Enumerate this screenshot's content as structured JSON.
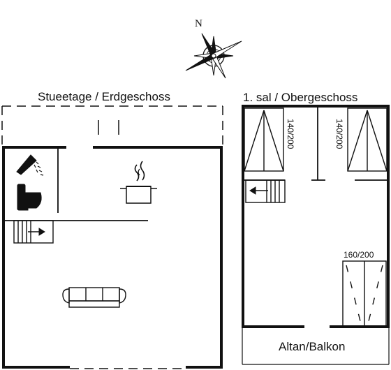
{
  "compass": {
    "north_label": "N"
  },
  "ground_floor": {
    "title": "Stueetage / Erdgeschoss"
  },
  "upper_floor": {
    "title": "1. sal / Obergeschoss",
    "bed_left": "140/200",
    "bed_right": "140/200",
    "bed_bottom": "160/200"
  },
  "balcony": {
    "label": "Altan/Balkon"
  },
  "colors": {
    "line": "#111111",
    "background": "#ffffff"
  }
}
